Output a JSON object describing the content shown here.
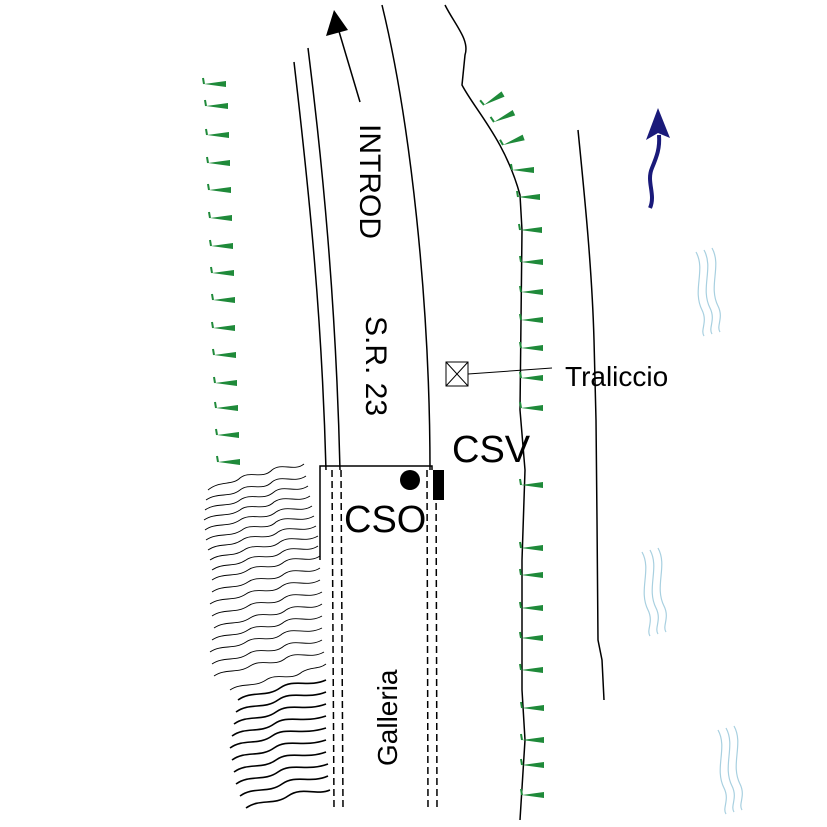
{
  "map": {
    "road_name": "INTROD",
    "road_code": "S.R. 23",
    "tunnel_label": "Galleria",
    "pylon_label": "Traliccio",
    "csv_label": "CSV",
    "cso_label": "CSO"
  },
  "colors": {
    "line": "#000000",
    "vegetation": "#1f8a3a",
    "flow_arrow": "#1a1a7a",
    "water": "#a8d0e0"
  },
  "icons": {
    "road_direction": "black-arrow-up-icon",
    "flow_direction": "blue-wavy-arrow-icon",
    "pylon": "crossed-box-icon",
    "cso_marker": "filled-circle-icon",
    "csv_marker": "black-rectangle-icon"
  }
}
